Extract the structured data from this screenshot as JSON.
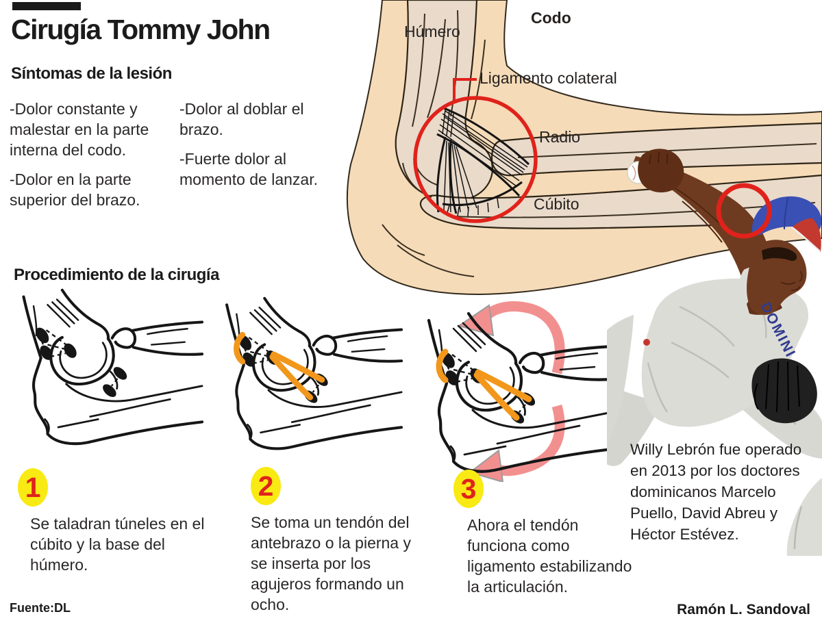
{
  "title": "Cirugía Tommy John",
  "symptoms": {
    "heading": "Síntomas de la lesión",
    "col1": [
      "-Dolor constante y malestar en la parte interna del codo.",
      "-Dolor en la parte superior del brazo."
    ],
    "col2": [
      "-Dolor al doblar el brazo.",
      "-Fuerte dolor al momento de lanzar."
    ]
  },
  "anatomy": {
    "labels": {
      "humero": "Húmero",
      "codo": "Codo",
      "ligamento": "Ligamento colateral",
      "radio": "Radio",
      "cubito": "Cúbito"
    }
  },
  "procedure": {
    "heading": "Procedimiento de la cirugía",
    "steps": [
      {
        "num": "1",
        "text": "Se taladran túneles en el cúbito y la base del húmero."
      },
      {
        "num": "2",
        "text": "Se toma un tendón del antebrazo o la pierna y se inserta por los agujeros formando un ocho."
      },
      {
        "num": "3",
        "text": "Ahora el tendón funciona como ligamento estabilizando la articulación."
      }
    ]
  },
  "photo": {
    "caption": "Willy Lebrón fue operado en 2013 por los doctores dominicanos Marcelo Puello, David Abreu y Héctor Estévez.",
    "jersey_text": "DOMINI"
  },
  "footer": {
    "source": "Fuente:DL",
    "credit": "Ramón L. Sandoval"
  },
  "colors": {
    "accent_red": "#E0221B",
    "tendon_orange": "#F2971B",
    "badge_yellow": "#F8EA12",
    "arrow_pink": "#F29090",
    "skin_tan": "#F5DBB8",
    "bone_beige": "#E9DACA",
    "ink": "#1b1b1b"
  }
}
